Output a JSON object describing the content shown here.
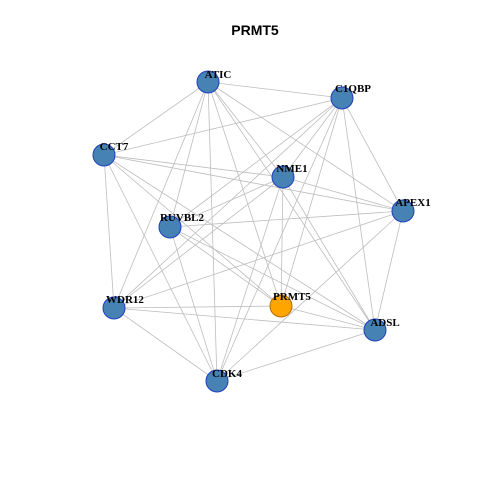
{
  "title": "PRMT5",
  "colors": {
    "node_fill": "#4682B4",
    "node_stroke": "#1f3fbf",
    "hub_fill": "#FFA500",
    "hub_stroke": "#b36b00",
    "edge": "#bdbdbd"
  },
  "nodes": [
    {
      "id": "ATIC",
      "label": "ATIC",
      "hub": false
    },
    {
      "id": "C1QBP",
      "label": "C1QBP",
      "hub": false
    },
    {
      "id": "CCT7",
      "label": "CCT7",
      "hub": false
    },
    {
      "id": "NME1",
      "label": "NME1",
      "hub": false
    },
    {
      "id": "APEX1",
      "label": "APEX1",
      "hub": false
    },
    {
      "id": "RUVBL2",
      "label": "RUVBL2",
      "hub": false
    },
    {
      "id": "WDR12",
      "label": "WDR12",
      "hub": false
    },
    {
      "id": "PRMT5",
      "label": "PRMT5",
      "hub": true
    },
    {
      "id": "ADSL",
      "label": "ADSL",
      "hub": false
    },
    {
      "id": "CDK4",
      "label": "CDK4",
      "hub": false
    }
  ],
  "edges": [
    [
      "ATIC",
      "C1QBP"
    ],
    [
      "ATIC",
      "CCT7"
    ],
    [
      "ATIC",
      "NME1"
    ],
    [
      "ATIC",
      "APEX1"
    ],
    [
      "ATIC",
      "RUVBL2"
    ],
    [
      "ATIC",
      "WDR12"
    ],
    [
      "ATIC",
      "PRMT5"
    ],
    [
      "ATIC",
      "ADSL"
    ],
    [
      "ATIC",
      "CDK4"
    ],
    [
      "C1QBP",
      "CCT7"
    ],
    [
      "C1QBP",
      "NME1"
    ],
    [
      "C1QBP",
      "APEX1"
    ],
    [
      "C1QBP",
      "RUVBL2"
    ],
    [
      "C1QBP",
      "WDR12"
    ],
    [
      "C1QBP",
      "PRMT5"
    ],
    [
      "C1QBP",
      "ADSL"
    ],
    [
      "C1QBP",
      "CDK4"
    ],
    [
      "CCT7",
      "NME1"
    ],
    [
      "CCT7",
      "APEX1"
    ],
    [
      "CCT7",
      "WDR12"
    ],
    [
      "CCT7",
      "PRMT5"
    ],
    [
      "CCT7",
      "ADSL"
    ],
    [
      "CCT7",
      "CDK4"
    ],
    [
      "NME1",
      "APEX1"
    ],
    [
      "NME1",
      "RUVBL2"
    ],
    [
      "NME1",
      "WDR12"
    ],
    [
      "NME1",
      "PRMT5"
    ],
    [
      "NME1",
      "ADSL"
    ],
    [
      "NME1",
      "CDK4"
    ],
    [
      "APEX1",
      "RUVBL2"
    ],
    [
      "APEX1",
      "WDR12"
    ],
    [
      "APEX1",
      "ADSL"
    ],
    [
      "APEX1",
      "CDK4"
    ],
    [
      "RUVBL2",
      "PRMT5"
    ],
    [
      "RUVBL2",
      "ADSL"
    ],
    [
      "RUVBL2",
      "CDK4"
    ],
    [
      "WDR12",
      "PRMT5"
    ],
    [
      "WDR12",
      "ADSL"
    ],
    [
      "WDR12",
      "CDK4"
    ],
    [
      "PRMT5",
      "ADSL"
    ],
    [
      "ADSL",
      "CDK4"
    ]
  ]
}
